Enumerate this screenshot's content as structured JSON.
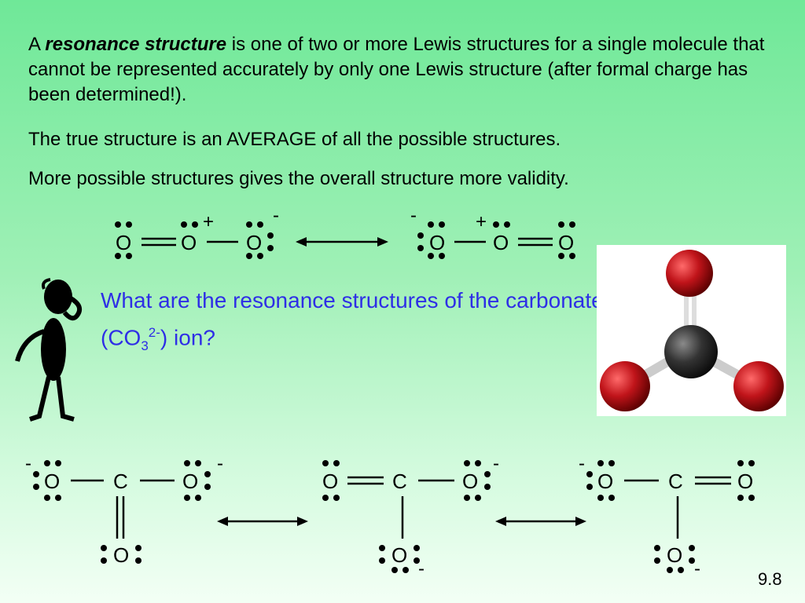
{
  "intro": {
    "p1_prefix": "A ",
    "p1_term": "resonance structure",
    "p1_rest": " is one of two or more Lewis structures for a single molecule that cannot be represented accurately by only one Lewis structure (after formal charge has been determined!).",
    "p2": "The true structure is an AVERAGE of all the possible structures.",
    "p3": "More possible structures gives the overall structure more validity."
  },
  "question": {
    "prefix": "What are the resonance structures of the carbonate (CO",
    "sub": "3",
    "sup": "2-",
    "suffix": ") ion?"
  },
  "atoms": {
    "oxygen": "O",
    "carbon": "C"
  },
  "charges": {
    "plus": "+",
    "minus": "-"
  },
  "page_number": "9.8",
  "colors": {
    "text": "#000000",
    "question": "#2e2ee6",
    "oxygen_ball": "#c0141a",
    "carbon_ball": "#333333"
  }
}
